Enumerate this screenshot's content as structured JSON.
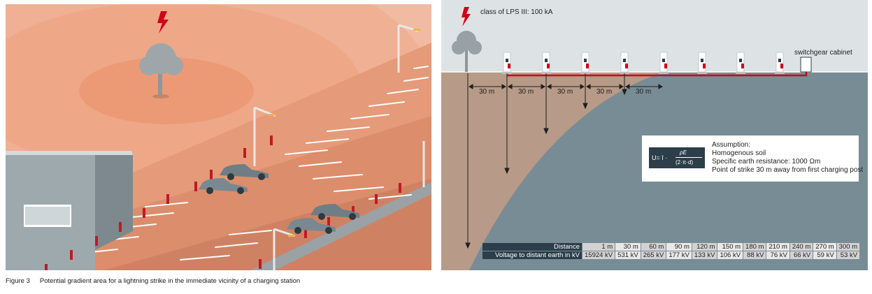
{
  "figure": {
    "number": "Figure 3",
    "caption": "Potential gradient area for a lightning strike in the immediate vicinity of a charging station"
  },
  "right": {
    "lps_label": "class of LPS III: 100 kA",
    "cabinet_label": "switchgear cabinet",
    "spacings": [
      "30 m",
      "30 m",
      "30 m",
      "30 m",
      "30 m"
    ],
    "formula": {
      "lhs": "U= î ·",
      "numerator": "ρE",
      "denominator": "(2·π·d)"
    },
    "assumptions": [
      "Assumption:",
      "Homogenous soil",
      "Specific earth resistance: 1000 Ωm",
      "Point of strike 30 m away from first charging post"
    ],
    "table": {
      "distance_label": "Distance",
      "voltage_label": "Voltage to distant earth in kV",
      "distances": [
        "1 m",
        "30 m",
        "60 m",
        "90 m",
        "120 m",
        "150 m",
        "180 m",
        "210 m",
        "240 m",
        "270 m",
        "300 m"
      ],
      "voltages": [
        "15924 kV",
        "531 kV",
        "265 kV",
        "177 kV",
        "133 kV",
        "106 kV",
        "88 kV",
        "76 kV",
        "66 kV",
        "59 kV",
        "53 kV"
      ]
    }
  },
  "colors": {
    "sky": "#dde3e5",
    "ground": "#788c95",
    "gradient_zone": "#b79a87",
    "orange_field": "#eeb39a",
    "orange_core": "#ec9771",
    "cable_red": "#d0021b",
    "dark_label": "#2b3e4a"
  }
}
